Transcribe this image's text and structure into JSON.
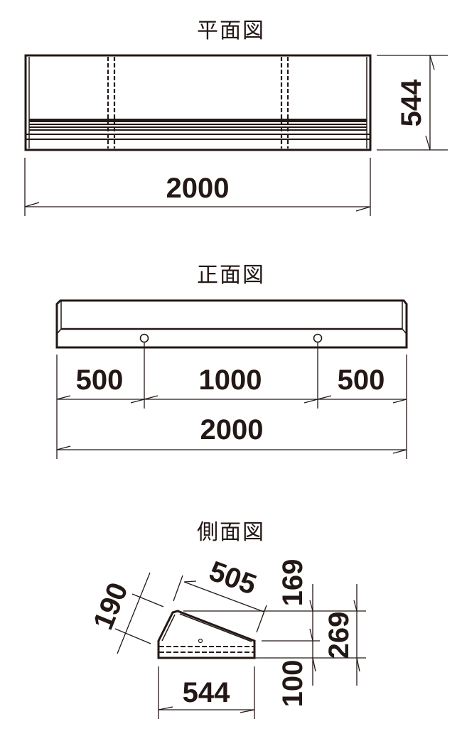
{
  "drawing": {
    "line_color": "#231815",
    "background": "#ffffff"
  },
  "plan_view": {
    "title": "平面図",
    "dimensions": {
      "width": "2000",
      "depth": "544"
    }
  },
  "front_view": {
    "title": "正面図",
    "dimensions": {
      "left_segment": "500",
      "middle_segment": "1000",
      "right_segment": "500",
      "total_width": "2000"
    }
  },
  "side_view": {
    "title": "側面図",
    "dimensions": {
      "slope_thickness": "190",
      "slope_length": "505",
      "top_height": "169",
      "total_height": "269",
      "base_height": "100",
      "depth": "544"
    }
  }
}
